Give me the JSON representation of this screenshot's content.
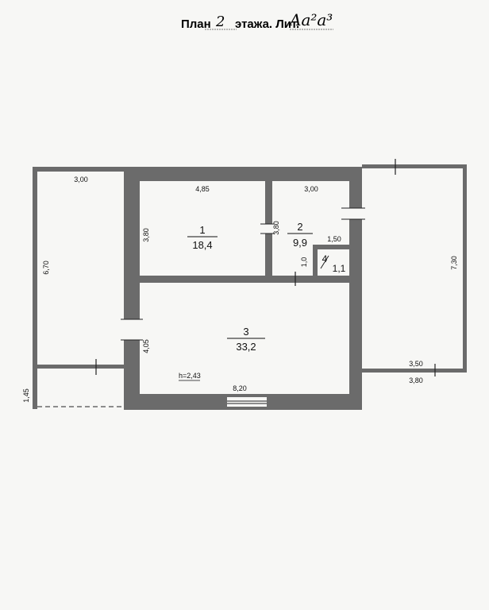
{
  "header": {
    "plan_word": "План",
    "floor_number": "2",
    "floor_word": "этажа. Лит.",
    "litera": "Aa²a³"
  },
  "rooms": [
    {
      "number": "1",
      "area": "18,4"
    },
    {
      "number": "2",
      "area": "9,9"
    },
    {
      "number": "3",
      "area": "33,2"
    },
    {
      "number": "4",
      "area": "1,1"
    }
  ],
  "dimensions": {
    "left_top_width": "3,00",
    "left_height": "6,70",
    "balcony_height": "1,45",
    "room1_width": "4,85",
    "room1_height": "3,80",
    "room2_width": "3,00",
    "room2_height": "3,80",
    "room4_width": "1,50",
    "room4_height": "1,0",
    "room3_height": "4,05",
    "room3_width": "8,20",
    "ceiling_height": "h=2,43",
    "right_height": "7,30",
    "right_inner_width": "3,50",
    "right_outer_width": "3,80"
  },
  "colors": {
    "wall": "#6b6b6b",
    "line": "#222222",
    "paper": "#f7f7f5"
  }
}
